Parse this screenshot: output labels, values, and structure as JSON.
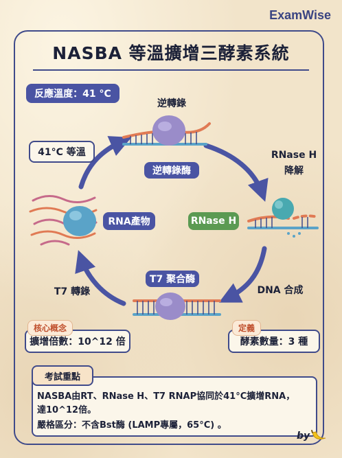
{
  "brand": "ExamWise",
  "title": "NASBA 等溫擴增三酵素系統",
  "temperature_pill": "反應溫度：41 °C",
  "isothermal_pill": "41°C 等溫",
  "cycle": {
    "top_label": "逆轉錄",
    "top_enzyme": "逆轉錄酶",
    "right_label_line1": "RNase H",
    "right_label_line2": "降解",
    "right_enzyme": "RNase H",
    "bottom_right_label": "DNA 合成",
    "bottom_enzyme": "T7 聚合酶",
    "left_label": "T7 轉錄",
    "left_product": "RNA產物"
  },
  "core_concept": {
    "tag": "核心概念",
    "text": "擴增倍數：10^12 倍"
  },
  "definition": {
    "tag": "定義",
    "text": "酵素數量：3 種"
  },
  "exam_points": {
    "tab": "考試重點",
    "line1": "NASBA由RT、RNase H、T7 RNAP協同於41°C擴增RNA，",
    "line2": "達10^12倍。",
    "line3": "嚴格區分：不含Bst酶 (LAMP專屬，65°C) 。"
  },
  "signature": "by",
  "colors": {
    "accent_blue": "#4a54a3",
    "accent_green": "#5b9a52",
    "dna_orange": "#e07a54",
    "enzyme_purple": "#9a8cc9",
    "enzyme_teal": "#49a9b0"
  }
}
